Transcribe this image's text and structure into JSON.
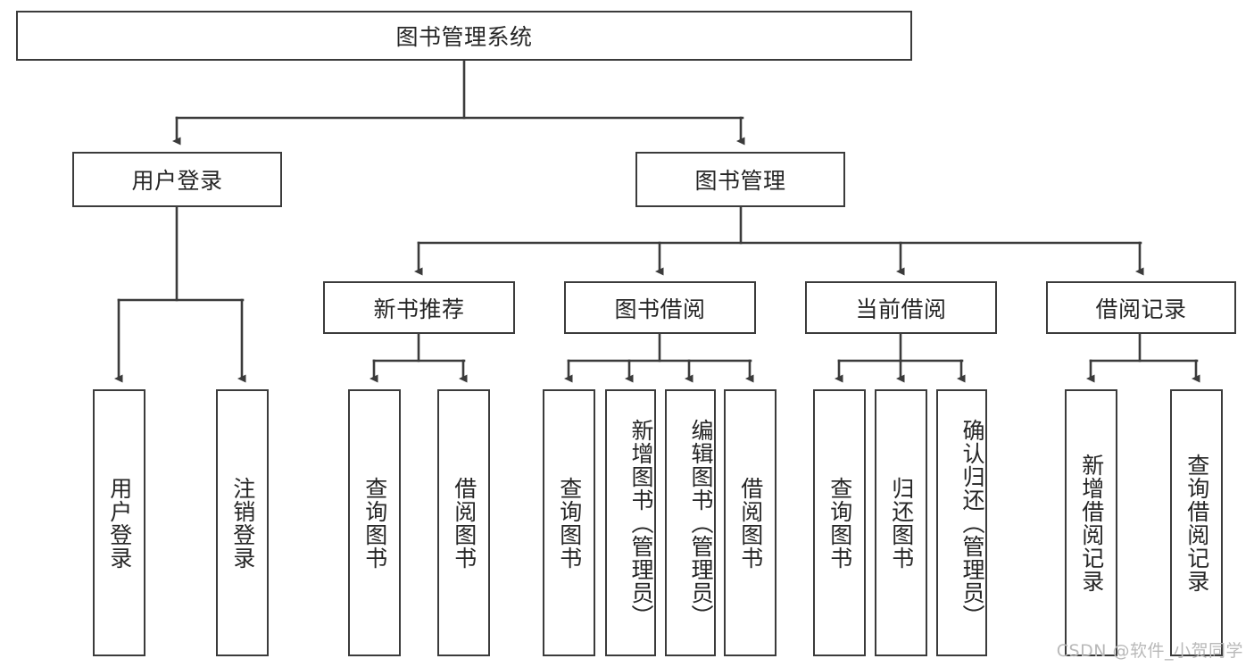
{
  "diagram": {
    "type": "tree-hierarchy",
    "title": "图书管理系统",
    "watermark": "CSDN @软件_小贺同学",
    "colors": {
      "border": "#3b3b3b",
      "text": "#262626",
      "background": "#ffffff",
      "edge": "#3b3b3b",
      "watermark": "#b9b9b9"
    },
    "nodes": {
      "root": {
        "label": "图书管理系统",
        "level": 1
      },
      "user_login": {
        "label": "用户登录",
        "level": 2
      },
      "book_manage": {
        "label": "图书管理",
        "level": 2
      },
      "new_book_rec": {
        "label": "新书推荐",
        "level": 3
      },
      "book_borrow": {
        "label": "图书借阅",
        "level": 3
      },
      "current_borrow": {
        "label": "当前借阅",
        "level": 3
      },
      "borrow_record": {
        "label": "借阅记录",
        "level": 3
      },
      "leaf_user_login": {
        "label": "用户登录",
        "level": 3
      },
      "leaf_logout": {
        "label": "注销登录",
        "level": 3
      },
      "leaf_query_book_1": {
        "label": "查询图书",
        "level": 4
      },
      "leaf_borrow_book_1": {
        "label": "借阅图书",
        "level": 4
      },
      "leaf_query_book_2": {
        "label": "查询图书",
        "level": 4
      },
      "leaf_add_book": {
        "label": "新增图书（管理员）",
        "level": 4
      },
      "leaf_edit_book": {
        "label": "编辑图书（管理员）",
        "level": 4
      },
      "leaf_borrow_book_2": {
        "label": "借阅图书",
        "level": 4
      },
      "leaf_query_book_3": {
        "label": "查询图书",
        "level": 4
      },
      "leaf_return_book": {
        "label": "归还图书",
        "level": 4
      },
      "leaf_confirm_return": {
        "label": "确认归还（管理员）",
        "level": 4
      },
      "leaf_add_record": {
        "label": "新增借阅记录",
        "level": 4
      },
      "leaf_query_record": {
        "label": "查询借阅记录",
        "level": 4
      }
    },
    "edges": [
      {
        "from": "root",
        "to": "user_login"
      },
      {
        "from": "root",
        "to": "book_manage"
      },
      {
        "from": "user_login",
        "to": "leaf_user_login"
      },
      {
        "from": "user_login",
        "to": "leaf_logout"
      },
      {
        "from": "book_manage",
        "to": "new_book_rec"
      },
      {
        "from": "book_manage",
        "to": "book_borrow"
      },
      {
        "from": "book_manage",
        "to": "current_borrow"
      },
      {
        "from": "book_manage",
        "to": "borrow_record"
      },
      {
        "from": "new_book_rec",
        "to": "leaf_query_book_1"
      },
      {
        "from": "new_book_rec",
        "to": "leaf_borrow_book_1"
      },
      {
        "from": "book_borrow",
        "to": "leaf_query_book_2"
      },
      {
        "from": "book_borrow",
        "to": "leaf_add_book"
      },
      {
        "from": "book_borrow",
        "to": "leaf_edit_book"
      },
      {
        "from": "book_borrow",
        "to": "leaf_borrow_book_2"
      },
      {
        "from": "current_borrow",
        "to": "leaf_query_book_3"
      },
      {
        "from": "current_borrow",
        "to": "leaf_return_book"
      },
      {
        "from": "current_borrow",
        "to": "leaf_confirm_return"
      },
      {
        "from": "borrow_record",
        "to": "leaf_add_record"
      },
      {
        "from": "borrow_record",
        "to": "leaf_query_record"
      }
    ]
  }
}
